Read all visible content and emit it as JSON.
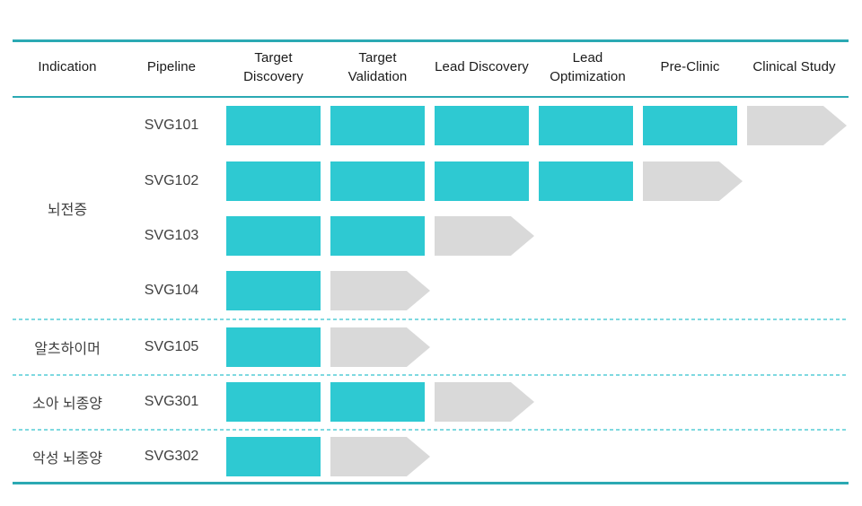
{
  "colors": {
    "completed_fill": "#2EC9D2",
    "current_fill": "#D9D9D9",
    "border_line": "#2BA9B3",
    "group_separator": "#7FD9E0",
    "header_text": "#1A1A1A",
    "body_text": "#3F3F3F",
    "background": "#FFFFFF"
  },
  "chart_data": {
    "type": "table",
    "title": "",
    "meta_columns": [
      "Indication",
      "Pipeline"
    ],
    "stage_columns": [
      "Target Discovery",
      "Target Validation",
      "Lead Discovery",
      "Lead Optimization",
      "Pre-Clinic",
      "Clinical Study"
    ],
    "groups": [
      {
        "indication": "뇌전증",
        "pipelines": [
          {
            "name": "SVG101",
            "completed_count": 5,
            "completed_stages": [
              "Target Discovery",
              "Target Validation",
              "Lead Discovery",
              "Lead Optimization",
              "Pre-Clinic"
            ],
            "current_stage": "Clinical Study"
          },
          {
            "name": "SVG102",
            "completed_count": 4,
            "completed_stages": [
              "Target Discovery",
              "Target Validation",
              "Lead Discovery",
              "Lead Optimization"
            ],
            "current_stage": "Pre-Clinic"
          },
          {
            "name": "SVG103",
            "completed_count": 2,
            "completed_stages": [
              "Target Discovery",
              "Target Validation"
            ],
            "current_stage": "Lead Discovery"
          },
          {
            "name": "SVG104",
            "completed_count": 1,
            "completed_stages": [
              "Target Discovery"
            ],
            "current_stage": "Target Validation"
          }
        ]
      },
      {
        "indication": "알츠하이머",
        "pipelines": [
          {
            "name": "SVG105",
            "completed_count": 1,
            "completed_stages": [
              "Target Discovery"
            ],
            "current_stage": "Target Validation"
          }
        ]
      },
      {
        "indication": "소아 뇌종양",
        "pipelines": [
          {
            "name": "SVG301",
            "completed_count": 2,
            "completed_stages": [
              "Target Discovery",
              "Target Validation"
            ],
            "current_stage": "Lead Discovery"
          }
        ]
      },
      {
        "indication": "악성 뇌종양",
        "pipelines": [
          {
            "name": "SVG302",
            "completed_count": 1,
            "completed_stages": [
              "Target Discovery"
            ],
            "current_stage": "Target Validation"
          }
        ]
      }
    ],
    "legend_position": "none",
    "grid": "off"
  }
}
